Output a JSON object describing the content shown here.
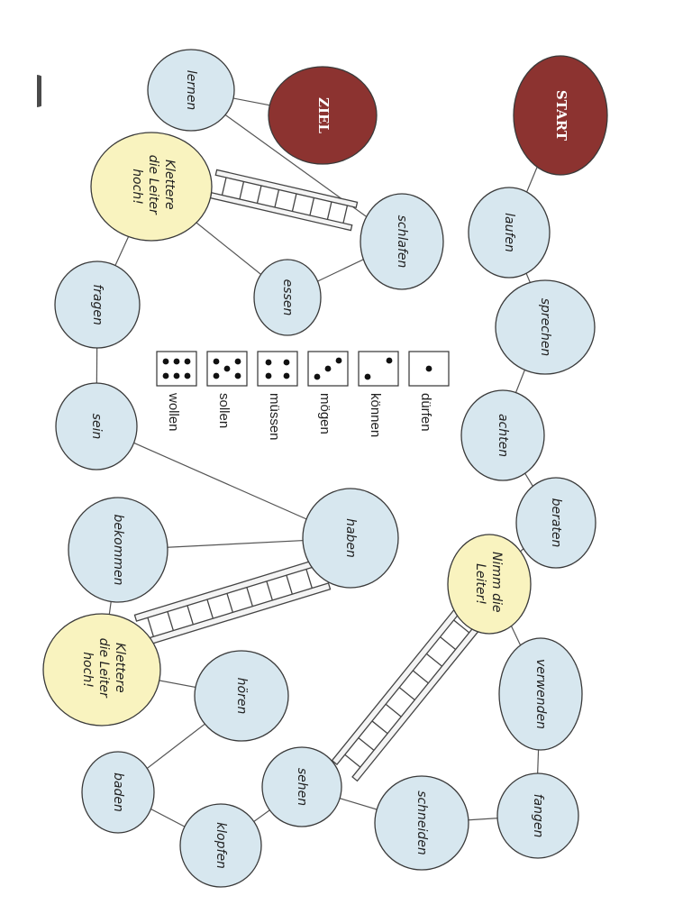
{
  "colors": {
    "verb": "#d7e7ef",
    "ladder_square": "#f9f3bf",
    "start_goal": "#8c3330",
    "outline": "#3a3a3a"
  },
  "nav": {
    "icon": "half-circle-nav-icon"
  },
  "board": {
    "start": "START",
    "goal": "ZIEL",
    "verbs": {
      "laufen": "laufen",
      "sprechen": "sprechen",
      "achten": "achten",
      "beraten": "beraten",
      "verwenden": "verwenden",
      "fangen": "fangen",
      "schneiden": "schneiden",
      "sehen": "sehen",
      "klopfen": "klopfen",
      "baden": "baden",
      "hoeren": "hören",
      "bekommen": "bekommen",
      "haben": "haben",
      "sein": "sein",
      "fragen": "fragen",
      "essen": "essen",
      "schlafen": "schlafen",
      "lernen": "lernen"
    },
    "ladder_squares": {
      "nimm": [
        "Nimm die",
        "Leiter!"
      ],
      "klettere_top": [
        "Klettere",
        "die Leiter",
        "hoch!"
      ],
      "klettere_bottom": [
        "Klettere",
        "die Leiter",
        "hoch!"
      ]
    }
  },
  "dice_legend": [
    {
      "pips": 6,
      "verb": "wollen"
    },
    {
      "pips": 5,
      "verb": "sollen"
    },
    {
      "pips": 4,
      "verb": "müssen"
    },
    {
      "pips": 3,
      "verb": "mögen"
    },
    {
      "pips": 2,
      "verb": "können"
    },
    {
      "pips": 1,
      "verb": "dürfen"
    }
  ]
}
